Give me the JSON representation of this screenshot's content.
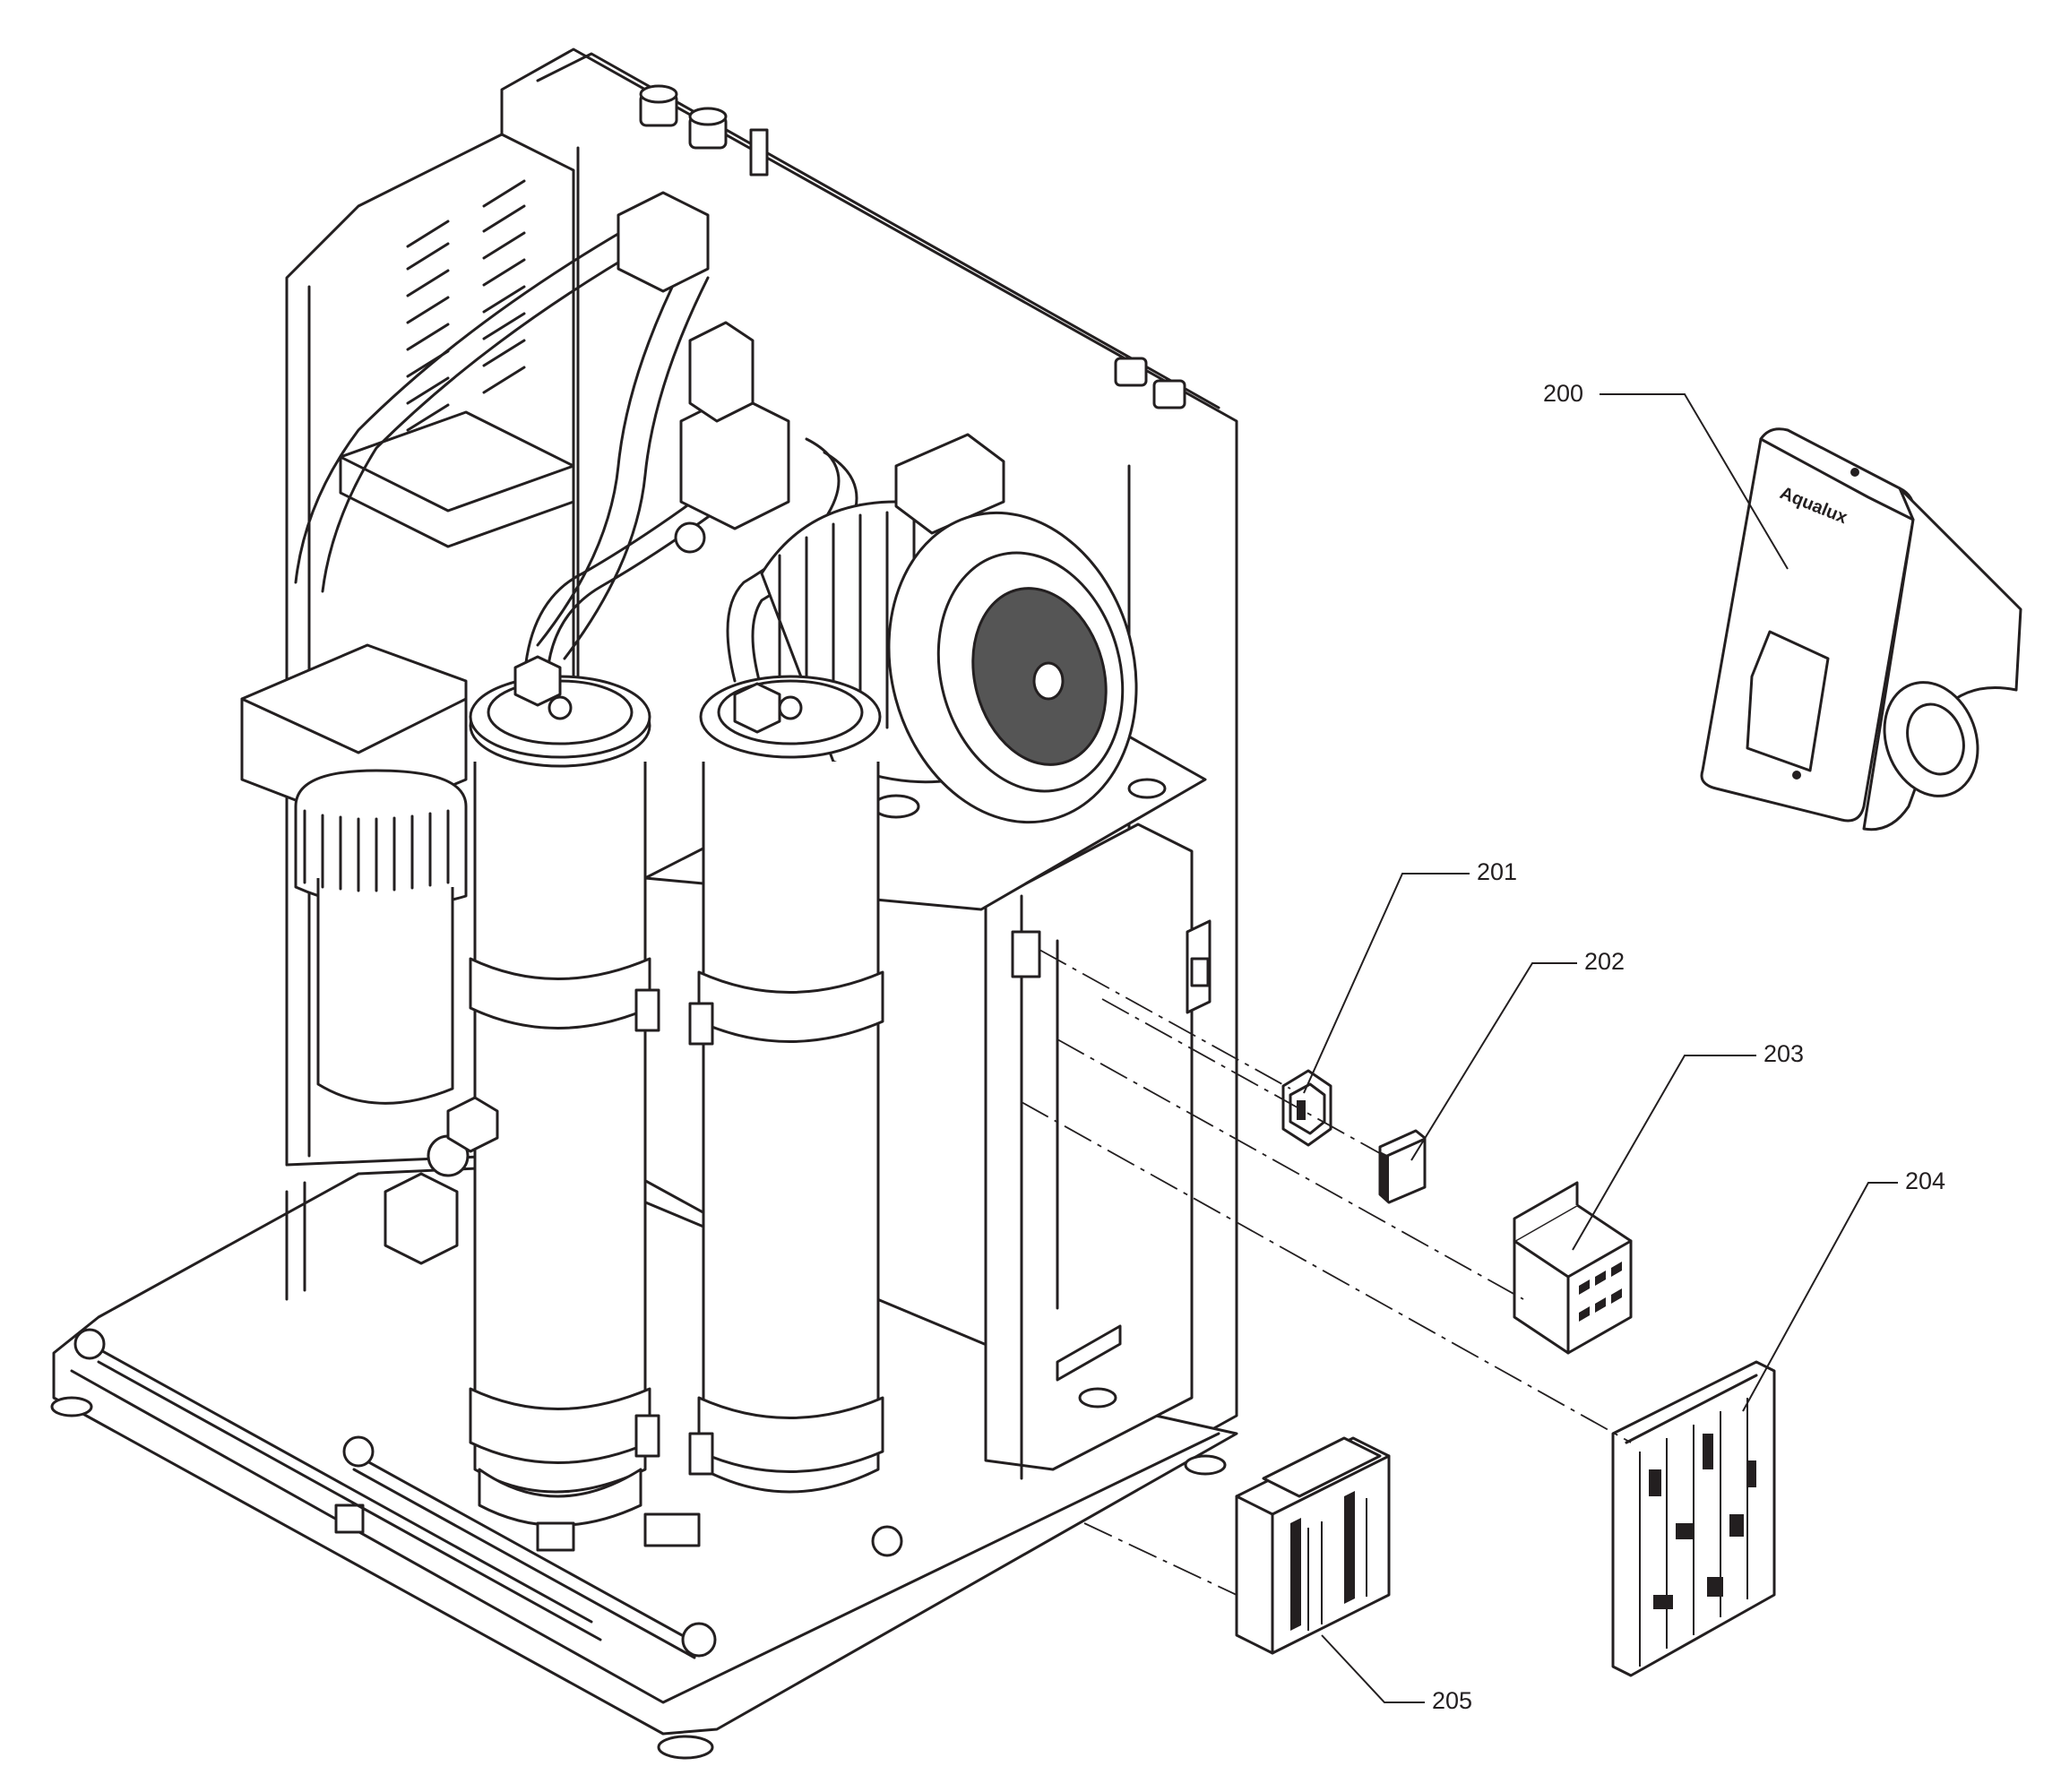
{
  "callouts": [
    {
      "id": "200",
      "label": "200"
    },
    {
      "id": "201",
      "label": "201"
    },
    {
      "id": "202",
      "label": "202"
    },
    {
      "id": "203",
      "label": "203"
    },
    {
      "id": "204",
      "label": "204"
    },
    {
      "id": "205",
      "label": "205"
    }
  ],
  "display_logo_text": "Aqualux",
  "colors": {
    "line": "#231f20",
    "background": "#ffffff"
  }
}
